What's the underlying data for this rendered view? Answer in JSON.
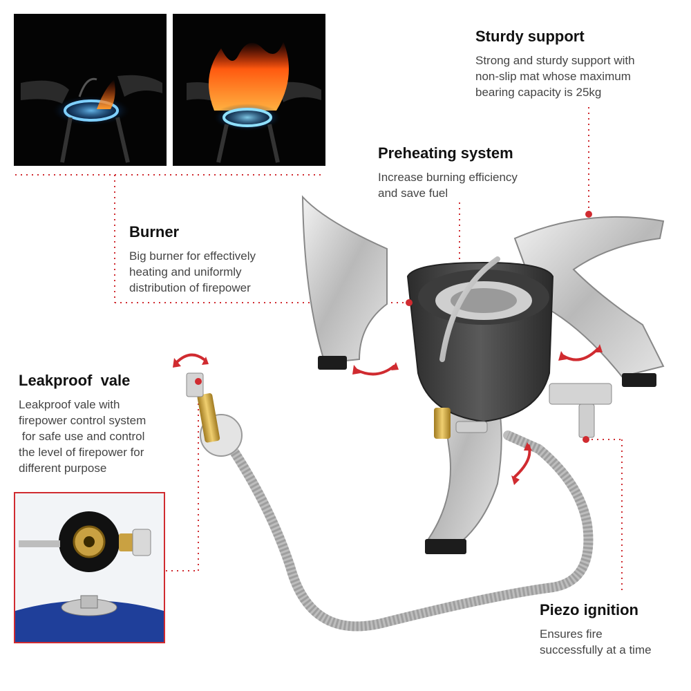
{
  "callouts": {
    "sturdy_support": {
      "title": "Sturdy support",
      "lines": [
        "Strong and sturdy support with",
        "non-slip mat whose maximum",
        "bearing capacity is 25kg"
      ]
    },
    "preheating_system": {
      "title": "Preheating system",
      "lines": [
        "Increase burning efficiency",
        "and save fuel"
      ]
    },
    "burner": {
      "title": "Burner",
      "lines": [
        "Big burner for effectively",
        "heating and uniformly",
        "distribution of firepower"
      ]
    },
    "leakproof_valve": {
      "title": "Leakproof  vale",
      "lines": [
        "Leakproof vale with",
        "firepower control system",
        " for safe use and control",
        "the level of firepower for",
        "different purpose"
      ]
    },
    "piezo_ignition": {
      "title": "Piezo ignition",
      "lines": [
        "Ensures fire",
        "successfully at a time"
      ]
    }
  },
  "colors": {
    "accent_red": "#d02b30",
    "flame_blue": "#3aa0ff",
    "flame_orange": "#ff7a1a",
    "steel": "#c9c9c9",
    "dark_body": "#3a3a3a",
    "brass": "#c9a142"
  },
  "icons": {
    "rotate_arrows": "curved-double-arrow",
    "marker_dot": "red-dot"
  }
}
